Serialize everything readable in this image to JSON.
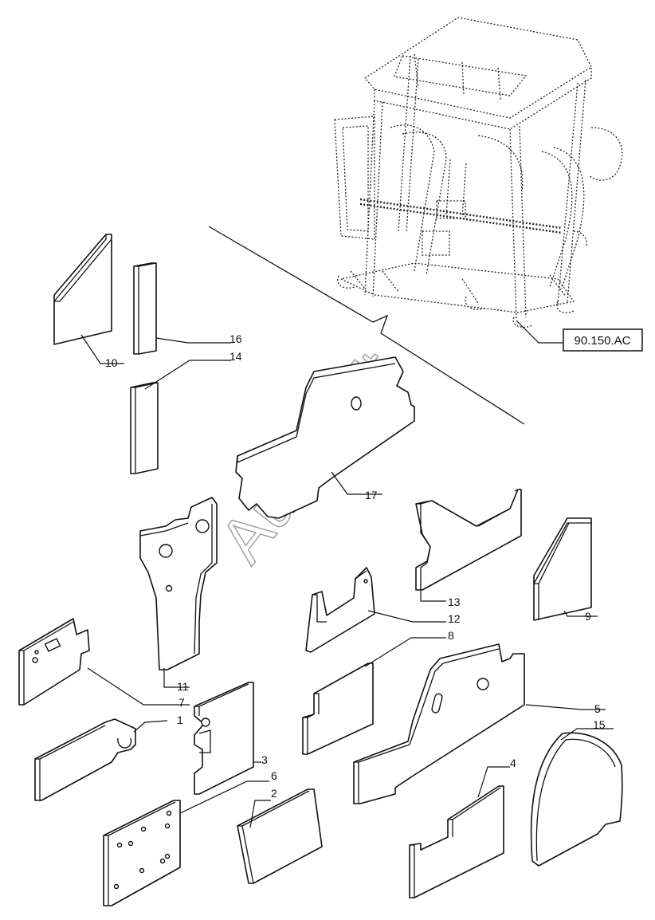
{
  "reference": {
    "label": "90.150.AC"
  },
  "watermark": {
    "text": "AutoSoft"
  },
  "callouts": {
    "c1": "1",
    "c2": "2",
    "c3": "3",
    "c4": "4",
    "c5": "5",
    "c6": "6",
    "c7": "7",
    "c8": "8",
    "c9": "9",
    "c10": "10",
    "c11": "11",
    "c12": "12",
    "c13": "13",
    "c14": "14",
    "c15": "15",
    "c16": "16",
    "c17": "17"
  }
}
